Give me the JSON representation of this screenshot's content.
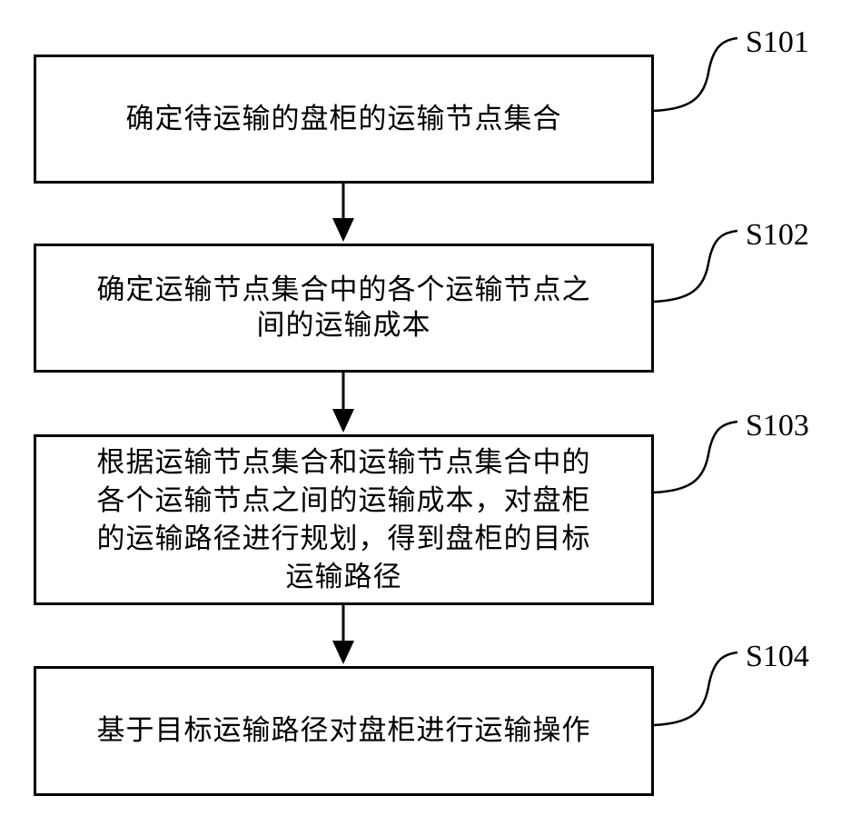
{
  "steps": [
    {
      "id": "S101",
      "text": "确定待运输的盘柜的运输节点集合"
    },
    {
      "id": "S102",
      "text": "确定运输节点集合中的各个运输节点之\n间的运输成本"
    },
    {
      "id": "S103",
      "text": "根据运输节点集合和运输节点集合中的\n各个运输节点之间的运输成本，对盘柜\n的运输路径进行规划，得到盘柜的目标\n运输路径"
    },
    {
      "id": "S104",
      "text": "基于目标运输路径对盘柜进行运输操作"
    }
  ]
}
